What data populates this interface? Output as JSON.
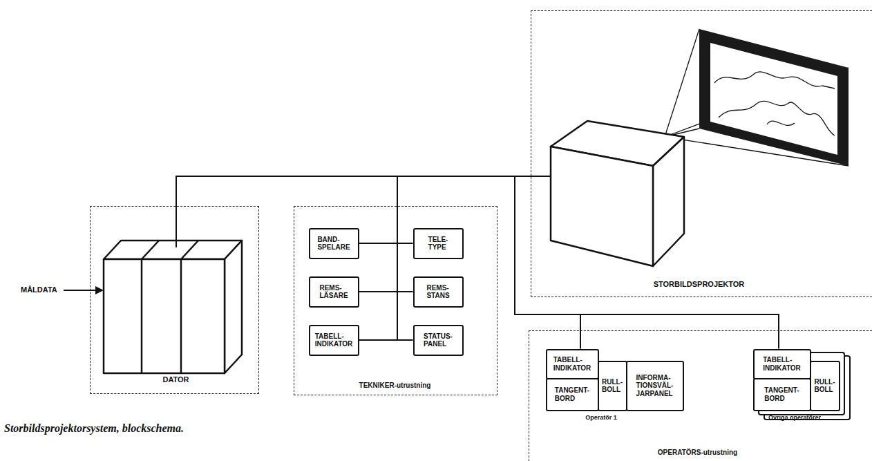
{
  "diagram": {
    "caption": "Storbildsprojektorsystem, blockschema.",
    "nodes": [
      {
        "text": [
          "DATOR"
        ]
      },
      {
        "text": [
          "TEKNIKER-utrustning"
        ]
      },
      {
        "text": [
          "BAND- SPELARE"
        ],
        "in": 1
      },
      {
        "text": [
          "TELE- TYPE"
        ],
        "in": 1
      },
      {
        "text": [
          "REMS- LÄSARE"
        ],
        "in": 1
      },
      {
        "text": [
          "REMS- STANS"
        ],
        "in": 1
      },
      {
        "text": [
          "TABELL- INDIKATOR"
        ],
        "in": 1
      },
      {
        "text": [
          "STATUS- PANEL"
        ],
        "in": 1
      },
      {
        "text": [
          "STORBILDSPROJEKTOR"
        ]
      },
      {
        "text": [
          "OPERATÖRS-utrustning"
        ]
      },
      {
        "text": [
          "TABELL- INDIKATOR"
        ],
        "in": 9
      },
      {
        "text": [
          "TANGENT- BORD"
        ],
        "in": 9
      },
      {
        "text": [
          "RULL- BOLL"
        ],
        "in": 9
      },
      {
        "text": [
          "INFORMA- TIONSVÄL- JARPANEL"
        ],
        "in": 9
      },
      {
        "text": [
          "TABELL- INDIKATOR"
        ],
        "in": 9
      },
      {
        "text": [
          "TANGENT- BORD"
        ],
        "in": 9
      },
      {
        "text": [
          "RULL- BOLL"
        ],
        "in": 9
      }
    ],
    "edges": [
      {
        "from": 0,
        "to": 8,
        "arrow": "none"
      },
      {
        "from": 0,
        "to": 2,
        "arrow": "none"
      },
      {
        "from": 0,
        "to": 3,
        "arrow": "none"
      },
      {
        "from": 0,
        "to": 4,
        "arrow": "none"
      },
      {
        "from": 0,
        "to": 5,
        "arrow": "none"
      },
      {
        "from": 0,
        "to": 6,
        "arrow": "none"
      },
      {
        "from": 0,
        "to": 7,
        "arrow": "none"
      },
      {
        "from": 0,
        "to": 10,
        "arrow": "none"
      },
      {
        "from": 0,
        "to": 14,
        "arrow": "none"
      }
    ],
    "labels": [
      "MÅLDATA",
      "Operatör 1",
      "Övriga operatörer"
    ]
  }
}
